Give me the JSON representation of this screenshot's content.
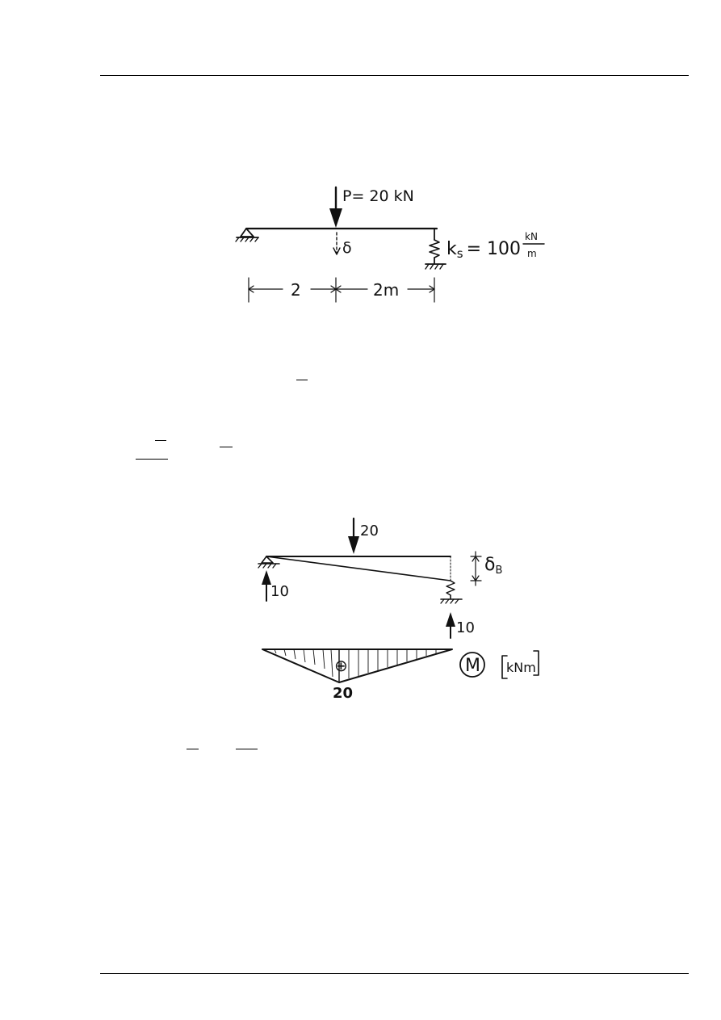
{
  "figure1": {
    "load_label": "P= 20 kN",
    "deflection_symbol": "δ",
    "spring_prefix": "k",
    "spring_sub": "s",
    "spring_value": "= 100",
    "unit_num": "kN",
    "unit_den": "m",
    "dim_left": "2",
    "dim_right": "2m"
  },
  "figure2": {
    "load_value": "20",
    "reaction_left": "10",
    "reaction_right": "10",
    "delta_symbol": "δ",
    "delta_sub": "B",
    "diagram_sign": "⊕",
    "diagram_peak": "20",
    "moment_symbol": "M",
    "moment_unit": "kNm"
  },
  "colors": {
    "ink": "#111111",
    "rule": "#000000",
    "background": "#ffffff"
  }
}
